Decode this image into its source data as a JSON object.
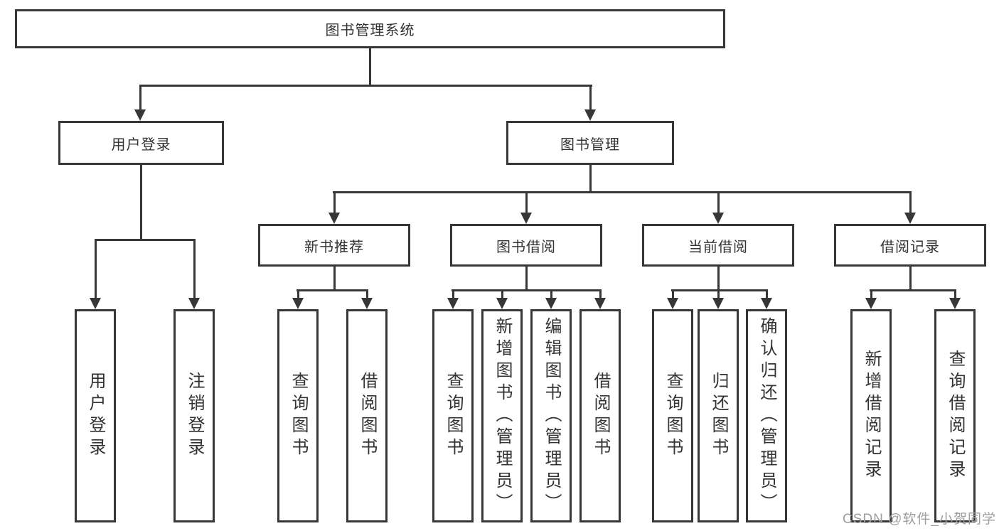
{
  "tree": {
    "label": "图书管理系统",
    "children": [
      {
        "label": "用户登录",
        "children": [
          {
            "label": "用户登录"
          },
          {
            "label": "注销登录"
          }
        ]
      },
      {
        "label": "图书管理",
        "children": [
          {
            "label": "新书推荐",
            "children": [
              {
                "label": "查询图书"
              },
              {
                "label": "借阅图书"
              }
            ]
          },
          {
            "label": "图书借阅",
            "children": [
              {
                "label": "查询图书"
              },
              {
                "label": "新增图书（管理员）"
              },
              {
                "label": "编辑图书（管理员）"
              },
              {
                "label": "借阅图书"
              }
            ]
          },
          {
            "label": "当前借阅",
            "children": [
              {
                "label": "查询图书"
              },
              {
                "label": "归还图书"
              },
              {
                "label": "确认归还（管理员）"
              }
            ]
          },
          {
            "label": "借阅记录",
            "children": [
              {
                "label": "新增借阅记录"
              },
              {
                "label": "查询借阅记录"
              }
            ]
          }
        ]
      }
    ]
  },
  "watermark": {
    "text": "CSDN @软件_小贺同学"
  },
  "colors": {
    "bg": "#ffffff",
    "line": "#373737",
    "text": "#333333",
    "watermark": "#9e9e9e"
  }
}
